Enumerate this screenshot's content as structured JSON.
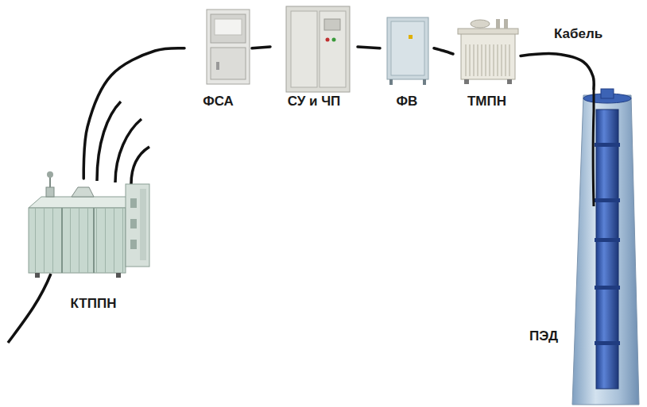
{
  "diagram": {
    "nodes": [
      {
        "text": [
          "КТППН"
        ]
      },
      {
        "text": [
          "ФСА"
        ]
      },
      {
        "text": [
          "СУ и ЧП"
        ]
      },
      {
        "text": [
          "ФВ"
        ]
      },
      {
        "text": [
          "ТМПН"
        ]
      },
      {
        "text": [
          "ПЭД"
        ]
      }
    ],
    "edges": [
      {
        "from": 0,
        "to": 1,
        "arrow": "none"
      },
      {
        "from": 1,
        "to": 2,
        "arrow": "none"
      },
      {
        "from": 2,
        "to": 3,
        "arrow": "none"
      },
      {
        "from": 3,
        "to": 4,
        "arrow": "none"
      },
      {
        "from": 4,
        "to": 5,
        "arrow": "none"
      }
    ],
    "labels": [
      "Кабель"
    ]
  }
}
